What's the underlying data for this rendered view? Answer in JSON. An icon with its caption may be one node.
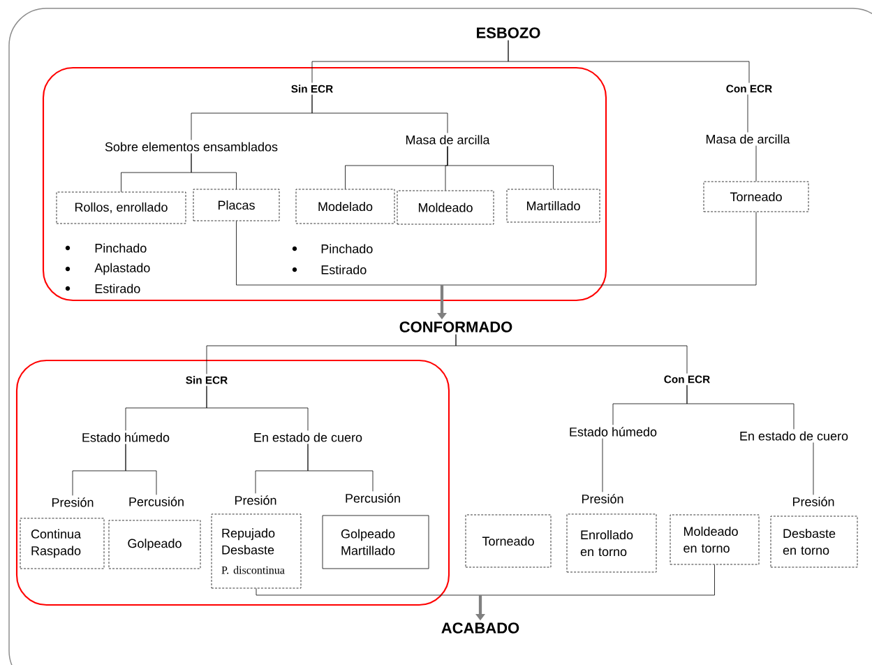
{
  "diagram": {
    "nodes": [
      {
        "text": [
          "ESBOZO"
        ]
      },
      {
        "text": [],
        "shape": "box"
      },
      {
        "text": [
          "Sin ECR"
        ],
        "in": 1
      },
      {
        "text": [
          "Sobre elementos ensamblados"
        ],
        "in": 1
      },
      {
        "text": [
          "Masa de arcilla"
        ],
        "in": 1
      },
      {
        "text": [
          "Rollos, enrollado"
        ],
        "in": 1,
        "beside": [
          "Pinchado",
          "Aplastado",
          "Estirado"
        ]
      },
      {
        "text": [
          "Placas"
        ],
        "in": 1
      },
      {
        "text": [
          "Modelado"
        ],
        "in": 1,
        "beside": [
          "Pinchado",
          "Estirado"
        ]
      },
      {
        "text": [
          "Moldeado"
        ],
        "in": 1
      },
      {
        "text": [
          "Martillado"
        ],
        "in": 1
      },
      {
        "text": [
          "Con ECR"
        ]
      },
      {
        "text": [
          "Masa de arcilla"
        ]
      },
      {
        "text": [
          "Torneado"
        ]
      },
      {
        "text": [
          "CONFORMADO"
        ]
      },
      {
        "text": [],
        "shape": "box"
      },
      {
        "text": [
          "Sin ECR"
        ],
        "in": 14
      },
      {
        "text": [
          "Estado húmedo"
        ],
        "in": 14
      },
      {
        "text": [
          "En estado de cuero"
        ],
        "in": 14
      },
      {
        "text": [
          "Presión"
        ],
        "in": 14
      },
      {
        "text": [
          "Percusión"
        ],
        "in": 14
      },
      {
        "text": [
          "Presión"
        ],
        "in": 14
      },
      {
        "text": [
          "Percusión"
        ],
        "in": 14
      },
      {
        "text": [
          "Continua Raspado"
        ],
        "in": 14
      },
      {
        "text": [
          "Golpeado"
        ],
        "in": 14
      },
      {
        "text": [
          "Repujado Desbaste",
          "P. discontinua"
        ],
        "in": 14
      },
      {
        "text": [
          "Golpeado Martillado"
        ],
        "in": 14
      },
      {
        "text": [
          "Con ECR"
        ]
      },
      {
        "text": [
          "Estado húmedo"
        ]
      },
      {
        "text": [
          "En estado de cuero"
        ]
      },
      {
        "text": [
          "Presión"
        ]
      },
      {
        "text": [
          "Presión"
        ]
      },
      {
        "text": [
          "Torneado"
        ]
      },
      {
        "text": [
          "Enrollado en torno"
        ]
      },
      {
        "text": [
          "Moldeado en torno"
        ]
      },
      {
        "text": [
          "Desbaste en torno"
        ]
      },
      {
        "text": [
          "ACABADO"
        ]
      }
    ],
    "edges": [
      {
        "from": 0,
        "to": 2,
        "arrow": "none"
      },
      {
        "from": 0,
        "to": 10,
        "arrow": "none"
      },
      {
        "from": 2,
        "to": 3,
        "arrow": "none"
      },
      {
        "from": 2,
        "to": 4,
        "arrow": "none"
      },
      {
        "from": 3,
        "to": 5,
        "arrow": "none"
      },
      {
        "from": 3,
        "to": 6,
        "arrow": "none"
      },
      {
        "from": 4,
        "to": 7,
        "arrow": "none"
      },
      {
        "from": 4,
        "to": 8,
        "arrow": "none"
      },
      {
        "from": 4,
        "to": 9,
        "arrow": "none"
      },
      {
        "from": 10,
        "to": 11,
        "arrow": "none"
      },
      {
        "from": 11,
        "to": 12,
        "arrow": "none"
      },
      {
        "from": 6,
        "to": 13,
        "arrow": "to"
      },
      {
        "from": 12,
        "to": 13,
        "arrow": "to"
      },
      {
        "from": 13,
        "to": 15,
        "arrow": "none"
      },
      {
        "from": 13,
        "to": 26,
        "arrow": "none"
      },
      {
        "from": 15,
        "to": 16,
        "arrow": "none"
      },
      {
        "from": 15,
        "to": 17,
        "arrow": "none"
      },
      {
        "from": 16,
        "to": 18,
        "arrow": "none"
      },
      {
        "from": 16,
        "to": 19,
        "arrow": "none"
      },
      {
        "from": 17,
        "to": 20,
        "arrow": "none"
      },
      {
        "from": 17,
        "to": 21,
        "arrow": "none"
      },
      {
        "from": 26,
        "to": 27,
        "arrow": "none"
      },
      {
        "from": 26,
        "to": 28,
        "arrow": "none"
      },
      {
        "from": 27,
        "to": 29,
        "arrow": "none"
      },
      {
        "from": 28,
        "to": 30,
        "arrow": "none"
      },
      {
        "from": 24,
        "to": 35,
        "arrow": "to"
      },
      {
        "from": 33,
        "to": 35,
        "arrow": "to"
      }
    ]
  }
}
